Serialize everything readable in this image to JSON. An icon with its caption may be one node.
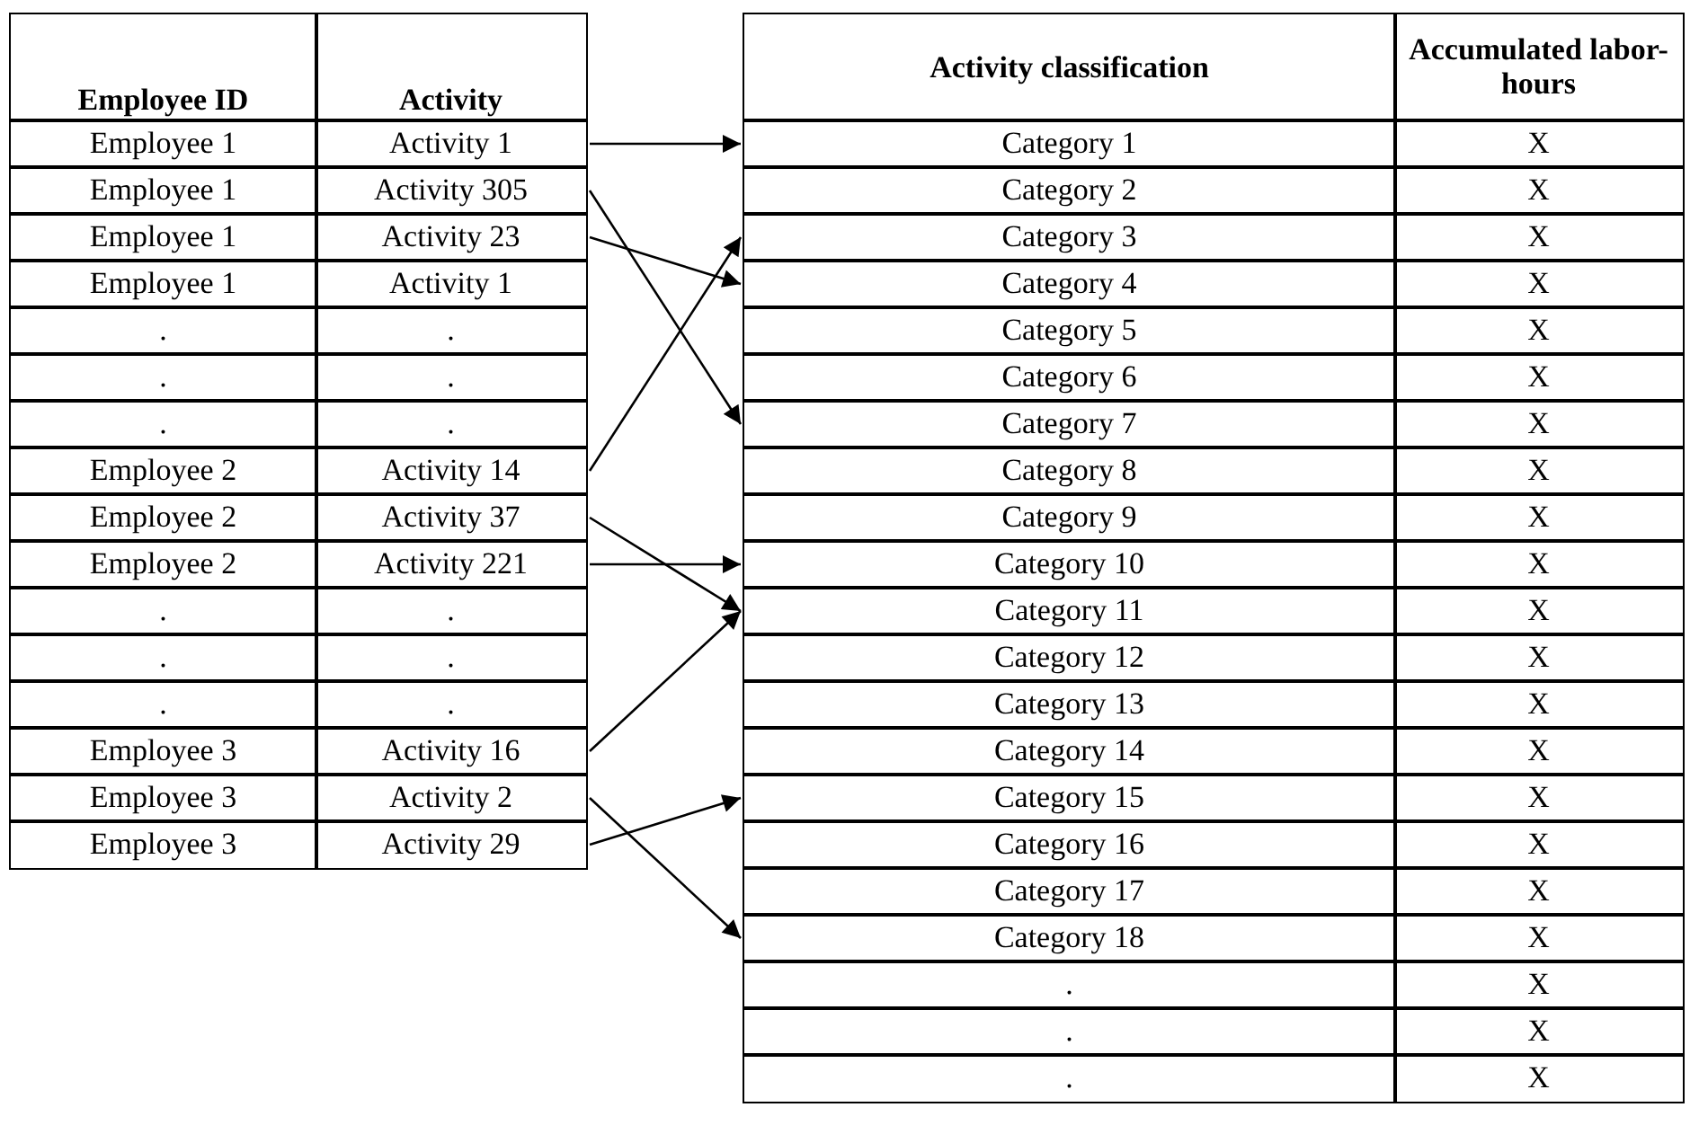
{
  "diagram": {
    "nodes": [
      {
        "text": [
          "Employee ID"
        ]
      },
      {
        "text": [
          "Activity"
        ]
      },
      {
        "text": [
          "Employee 1"
        ]
      },
      {
        "text": [
          "Activity 1"
        ]
      },
      {
        "text": [
          "Employee 1"
        ]
      },
      {
        "text": [
          "Activity 305"
        ]
      },
      {
        "text": [
          "Employee 1"
        ]
      },
      {
        "text": [
          "Activity 23"
        ]
      },
      {
        "text": [
          "Employee 1"
        ]
      },
      {
        "text": [
          "Activity 1"
        ]
      },
      {
        "text": [
          "."
        ]
      },
      {
        "text": [
          "."
        ]
      },
      {
        "text": [
          "."
        ]
      },
      {
        "text": [
          "."
        ]
      },
      {
        "text": [
          "."
        ]
      },
      {
        "text": [
          "."
        ]
      },
      {
        "text": [
          "Employee 2"
        ]
      },
      {
        "text": [
          "Activity 14"
        ]
      },
      {
        "text": [
          "Employee 2"
        ]
      },
      {
        "text": [
          "Activity 37"
        ]
      },
      {
        "text": [
          "Employee 2"
        ]
      },
      {
        "text": [
          "Activity 221"
        ]
      },
      {
        "text": [
          "."
        ]
      },
      {
        "text": [
          "."
        ]
      },
      {
        "text": [
          "."
        ]
      },
      {
        "text": [
          "."
        ]
      },
      {
        "text": [
          "."
        ]
      },
      {
        "text": [
          "."
        ]
      },
      {
        "text": [
          "Employee 3"
        ]
      },
      {
        "text": [
          "Activity 16"
        ]
      },
      {
        "text": [
          "Employee 3"
        ]
      },
      {
        "text": [
          "Activity 2"
        ]
      },
      {
        "text": [
          "Employee 3"
        ]
      },
      {
        "text": [
          "Activity 29"
        ]
      },
      {
        "text": [
          "Activity classification"
        ]
      },
      {
        "text": [
          "Accumulated labor-hours"
        ]
      },
      {
        "text": [
          "Category 1"
        ]
      },
      {
        "text": [
          "X"
        ]
      },
      {
        "text": [
          "Category 2"
        ]
      },
      {
        "text": [
          "X"
        ]
      },
      {
        "text": [
          "Category 3"
        ]
      },
      {
        "text": [
          "X"
        ]
      },
      {
        "text": [
          "Category 4"
        ]
      },
      {
        "text": [
          "X"
        ]
      },
      {
        "text": [
          "Category 5"
        ]
      },
      {
        "text": [
          "X"
        ]
      },
      {
        "text": [
          "Category 6"
        ]
      },
      {
        "text": [
          "X"
        ]
      },
      {
        "text": [
          "Category 7"
        ]
      },
      {
        "text": [
          "X"
        ]
      },
      {
        "text": [
          "Category 8"
        ]
      },
      {
        "text": [
          "X"
        ]
      },
      {
        "text": [
          "Category 9"
        ]
      },
      {
        "text": [
          "X"
        ]
      },
      {
        "text": [
          "Category 10"
        ]
      },
      {
        "text": [
          "X"
        ]
      },
      {
        "text": [
          "Category 11"
        ]
      },
      {
        "text": [
          "X"
        ]
      },
      {
        "text": [
          "Category 12"
        ]
      },
      {
        "text": [
          "X"
        ]
      },
      {
        "text": [
          "Category 13"
        ]
      },
      {
        "text": [
          "X"
        ]
      },
      {
        "text": [
          "Category 14"
        ]
      },
      {
        "text": [
          "X"
        ]
      },
      {
        "text": [
          "Category 15"
        ]
      },
      {
        "text": [
          "X"
        ]
      },
      {
        "text": [
          "Category 16"
        ]
      },
      {
        "text": [
          "X"
        ]
      },
      {
        "text": [
          "Category 17"
        ]
      },
      {
        "text": [
          "X"
        ]
      },
      {
        "text": [
          "Category 18"
        ]
      },
      {
        "text": [
          "X"
        ]
      },
      {
        "text": [
          "."
        ]
      },
      {
        "text": [
          "X"
        ]
      },
      {
        "text": [
          "."
        ]
      },
      {
        "text": [
          "X"
        ]
      },
      {
        "text": [
          "."
        ]
      },
      {
        "text": [
          "X"
        ]
      }
    ],
    "edges": [
      {
        "from": 3,
        "to": 36,
        "arrow": "to"
      },
      {
        "from": 5,
        "to": 48,
        "arrow": "to"
      },
      {
        "from": 7,
        "to": 42,
        "arrow": "to"
      },
      {
        "from": 17,
        "to": 40,
        "arrow": "to"
      },
      {
        "from": 19,
        "to": 56,
        "arrow": "to"
      },
      {
        "from": 21,
        "to": 54,
        "arrow": "to"
      },
      {
        "from": 29,
        "to": 56,
        "arrow": "to"
      },
      {
        "from": 31,
        "to": 70,
        "arrow": "to"
      },
      {
        "from": 33,
        "to": 64,
        "arrow": "to"
      }
    ]
  }
}
